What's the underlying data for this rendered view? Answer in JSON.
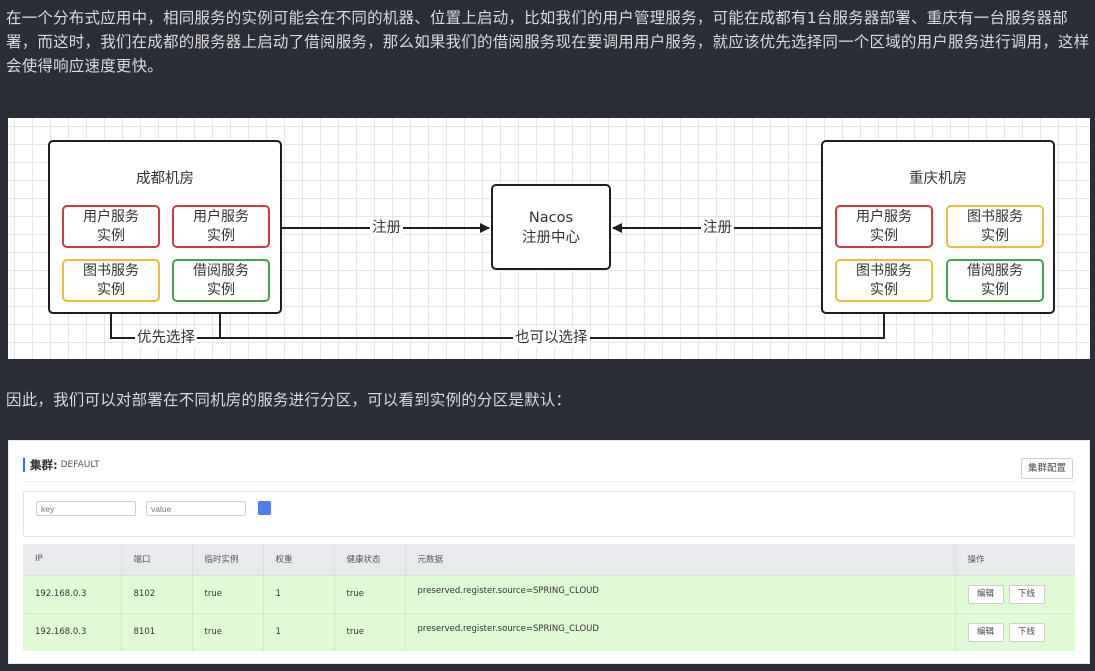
{
  "article": {
    "paragraph1": "在一个分布式应用中，相同服务的实例可能会在不同的机器、位置上启动，比如我们的用户管理服务，可能在成都有1台服务器部署、重庆有一台服务器部署，而这时，我们在成都的服务器上启动了借阅服务，那么如果我们的借阅服务现在要调用用户服务，就应该优先选择同一个区域的用户服务进行调用，这样会使得响应速度更快。",
    "paragraph2": "因此，我们可以对部署在不同机房的服务进行分区，可以看到实例的分区是默认："
  },
  "diagram": {
    "colors": {
      "user": "#d13b3b",
      "book": "#f0bb3c",
      "borrow": "#47a04c",
      "line": "#1e1e1e"
    },
    "left_room": {
      "title": "成都机房",
      "instances": [
        {
          "line1": "用户服务",
          "line2": "实例",
          "kind": "user"
        },
        {
          "line1": "用户服务",
          "line2": "实例",
          "kind": "user"
        },
        {
          "line1": "图书服务",
          "line2": "实例",
          "kind": "book"
        },
        {
          "line1": "借阅服务",
          "line2": "实例",
          "kind": "borrow"
        }
      ]
    },
    "right_room": {
      "title": "重庆机房",
      "instances": [
        {
          "line1": "用户服务",
          "line2": "实例",
          "kind": "user"
        },
        {
          "line1": "图书服务",
          "line2": "实例",
          "kind": "book"
        },
        {
          "line1": "图书服务",
          "line2": "实例",
          "kind": "book"
        },
        {
          "line1": "借阅服务",
          "line2": "实例",
          "kind": "borrow"
        }
      ]
    },
    "center": {
      "line1": "Nacos",
      "line2": "注册中心"
    },
    "edges": {
      "register_left": "注册",
      "register_right": "注册",
      "prefer": "优先选择",
      "also": "也可以选择"
    }
  },
  "console": {
    "cluster_label": "集群:",
    "cluster_name": "DEFAULT",
    "cluster_config_button": "集群配置",
    "filter": {
      "key_placeholder": "key",
      "value_placeholder": "value"
    },
    "columns": [
      "IP",
      "端口",
      "临时实例",
      "权重",
      "健康状态",
      "元数据",
      "操作"
    ],
    "rows": [
      {
        "ip": "192.168.0.3",
        "port": "8102",
        "ephemeral": "true",
        "weight": "1",
        "healthy": "true",
        "metadata": "preserved.register.source=SPRING_CLOUD"
      },
      {
        "ip": "192.168.0.3",
        "port": "8101",
        "ephemeral": "true",
        "weight": "1",
        "healthy": "true",
        "metadata": "preserved.register.source=SPRING_CLOUD"
      }
    ],
    "row_actions": {
      "edit": "编辑",
      "offline": "下线"
    },
    "accent_color": "#3b6cf0",
    "healthy_row_color": "#e0fad6"
  }
}
